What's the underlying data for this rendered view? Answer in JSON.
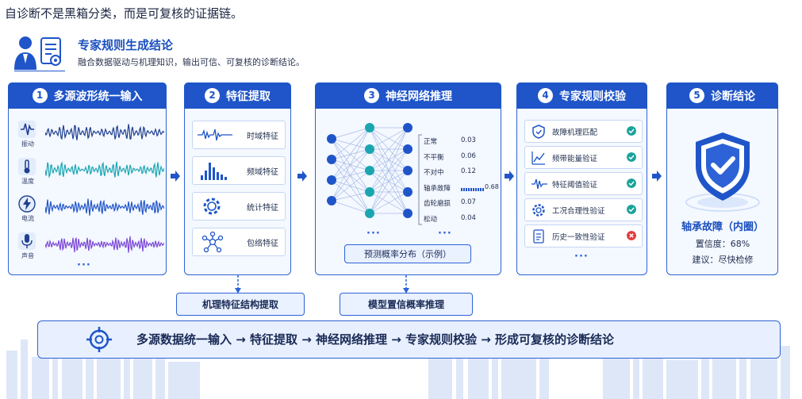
{
  "top_caption": "自诊断不是黑箱分类，而是可复核的证据链。",
  "header": {
    "title": "专家规则生成结论",
    "subtitle": "融合数据驱动与机理知识，输出可信、可复核的诊断结论。"
  },
  "panels": [
    {
      "num": "1",
      "title": "多源波形统一输入"
    },
    {
      "num": "2",
      "title": "特征提取"
    },
    {
      "num": "3",
      "title": "神经网络推理"
    },
    {
      "num": "4",
      "title": "专家规则校验"
    },
    {
      "num": "5",
      "title": "诊断结论"
    }
  ],
  "inputs": [
    {
      "label": "振动",
      "icon": "vibration-icon",
      "color": "#1f3f8f"
    },
    {
      "label": "温度",
      "icon": "thermometer-icon",
      "color": "#1aa6b0"
    },
    {
      "label": "电流",
      "icon": "lightning-icon",
      "color": "#1f55c9"
    },
    {
      "label": "声音",
      "icon": "microphone-icon",
      "color": "#7b47d6"
    }
  ],
  "features": [
    {
      "label": "时域特征",
      "icon": "waveform-icon"
    },
    {
      "label": "频域特征",
      "icon": "spectrum-icon"
    },
    {
      "label": "统计特征",
      "icon": "gear-icon"
    },
    {
      "label": "包络特征",
      "icon": "network-icon"
    }
  ],
  "probabilities": [
    {
      "label": "正常",
      "value": "0.03"
    },
    {
      "label": "不平衡",
      "value": "0.06"
    },
    {
      "label": "不对中",
      "value": "0.12"
    },
    {
      "label": "轴承故障",
      "value": "0.68"
    },
    {
      "label": "齿轮磨损",
      "value": "0.07"
    },
    {
      "label": "松动",
      "value": "0.04"
    }
  ],
  "prob_caption": "预测概率分布（示例）",
  "rules": [
    {
      "label": "故障机理匹配",
      "icon": "shield-icon",
      "status": "pass"
    },
    {
      "label": "频带能量验证",
      "icon": "chart-icon",
      "status": "pass"
    },
    {
      "label": "特征阈值验证",
      "icon": "waveform-icon",
      "status": "pass"
    },
    {
      "label": "工况合理性验证",
      "icon": "gear-icon",
      "status": "pass"
    },
    {
      "label": "历史一致性验证",
      "icon": "document-icon",
      "status": "fail"
    }
  ],
  "ellipsis": "···",
  "conclusion": {
    "fault": "轴承故障（内圈）",
    "confidence": "置信度：68%",
    "advice": "建议：尽快检修"
  },
  "sub_boxes": {
    "feature": "机理特征结构提取",
    "model": "模型置信概率推理"
  },
  "flow_text": "多源数据统一输入 → 特征提取 → 神经网络推理 → 专家规则校验 → 形成可复核的诊断结论",
  "colors": {
    "primary": "#1f55c9",
    "pass": "#1aa39a",
    "fail": "#e23b3b"
  }
}
